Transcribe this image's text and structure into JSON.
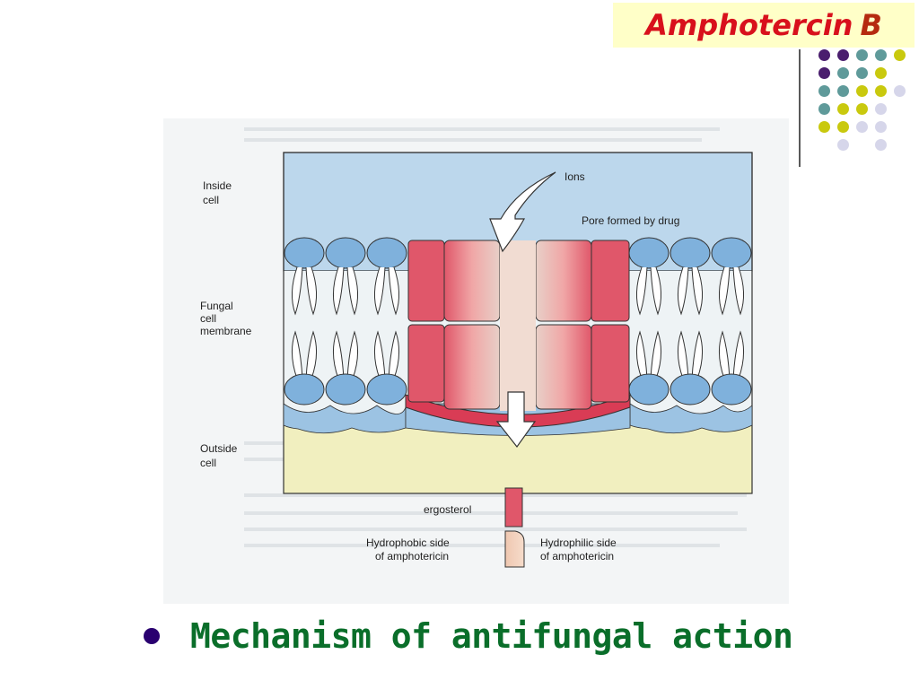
{
  "slide": {
    "title": "Amphotercin",
    "title_suffix": "B",
    "caption": "Mechanism of antifungal action"
  },
  "figure": {
    "labels": {
      "inside_cell": [
        "Inside",
        "cell"
      ],
      "fungal_membrane": [
        "Fungal",
        "cell",
        "membrane"
      ],
      "outside_cell": [
        "Outside",
        "cell"
      ],
      "ions": "Ions",
      "pore": "Pore formed by drug",
      "ergosterol": "ergosterol",
      "hydrophobic": [
        "Hydrophobic side",
        "of amphotericin"
      ],
      "hydrophilic": [
        "Hydrophilic side",
        "of amphotericin"
      ]
    }
  },
  "decor": {
    "dot_colors": {
      "purple": "#4a1e6e",
      "teal": "#5f9a9a",
      "olive": "#c9c90e",
      "lavender": "#d6d6ea"
    },
    "dot_grid": [
      [
        "purple",
        "purple",
        "teal",
        "teal",
        "olive"
      ],
      [
        "purple",
        "teal",
        "teal",
        "olive",
        ""
      ],
      [
        "teal",
        "teal",
        "olive",
        "olive",
        "lavender"
      ],
      [
        "teal",
        "olive",
        "olive",
        "lavender",
        ""
      ],
      [
        "olive",
        "olive",
        "lavender",
        "lavender",
        ""
      ],
      [
        "",
        "lavender",
        "",
        "lavender",
        ""
      ]
    ],
    "accent": "#d8101c"
  }
}
